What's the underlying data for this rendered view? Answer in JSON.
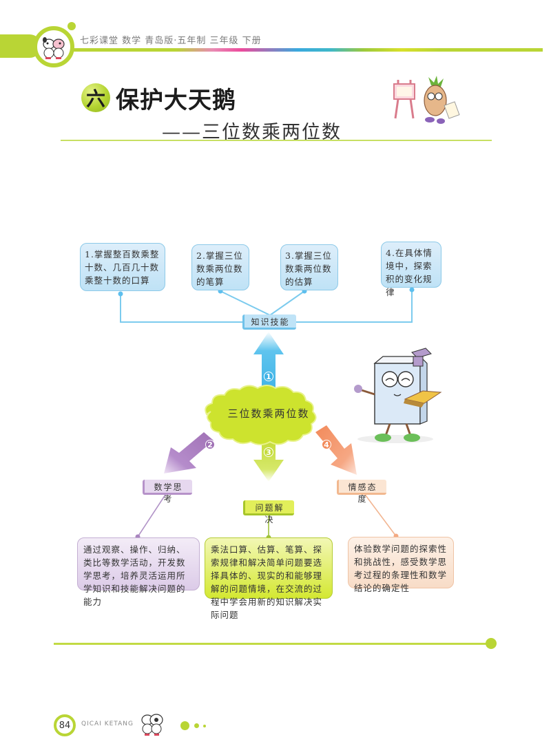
{
  "header": {
    "series_text": "七彩课堂   数学  青岛版·五年制  三年级  下册",
    "accent_color": "#b9d535"
  },
  "title": {
    "chapter_number": "六",
    "main": "保护大天鹅",
    "subtitle": "——三位数乘两位数"
  },
  "mindmap": {
    "center": "三位数乘两位数",
    "branches": [
      {
        "number": "1",
        "label": "知识技能",
        "color": "#6fc2ea"
      },
      {
        "number": "2",
        "label": "数学思考",
        "color": "#b692c9"
      },
      {
        "number": "3",
        "label": "问题解决",
        "color": "#c4db3a"
      },
      {
        "number": "4",
        "label": "情感态度",
        "color": "#f5a67a"
      }
    ],
    "knowledge_items": [
      "1.掌握整百数乘整十数、几百几十数乘整十数的口算",
      "2.掌握三位数乘两位数的笔算",
      "3.掌握三位数乘两位数的估算",
      "4.在具体情境中，探索积的变化规律"
    ],
    "details": {
      "thinking": "通过观察、操作、归纳、类比等数学活动，开发数学思考，培养灵活运用所学知识和技能解决问题的能力",
      "problem_solving": "乘法口算、估算、笔算、探索规律和解决简单问题要选择具体的、现实的和能够理解的问题情境，在交流的过程中学会用新的知识解决实际问题",
      "attitude": "体验数学问题的探索性和挑战性，感受数学思考过程的条理性和数学结论的确定性"
    }
  },
  "footer": {
    "page_number": "84",
    "brand": "QICAI KETANG"
  }
}
